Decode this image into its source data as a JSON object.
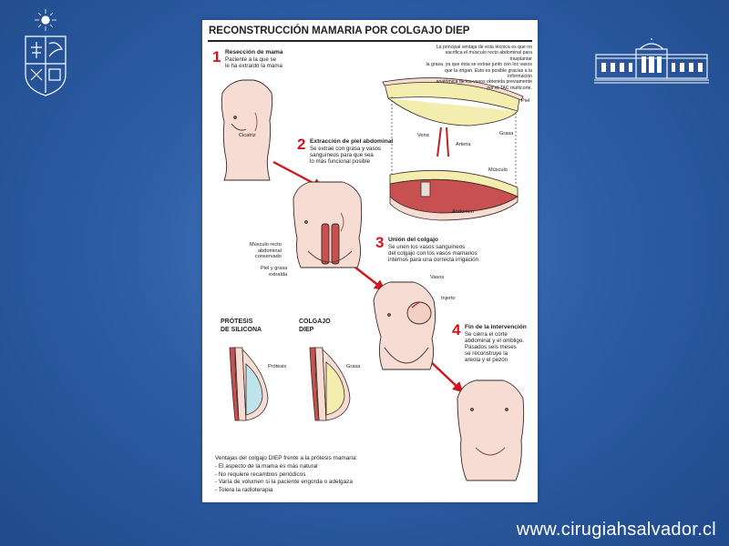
{
  "slide": {
    "footer_url": "www.cirugiahsalvador.cl"
  },
  "figure": {
    "title": "RECONSTRUCCIÓN MAMARIA POR COLGAJO DIEP",
    "steps": [
      {
        "num": "1",
        "head": "Resección de mama",
        "body": [
          "Paciente a la que se",
          "le ha extraído la mama"
        ]
      },
      {
        "num": "2",
        "head": "Extracción de piel abdominal",
        "body": [
          "Se extrae con grasa y vasos",
          "sanguíneos para que sea",
          "lo más funcional posible"
        ]
      },
      {
        "num": "3",
        "head": "Unión del colgajo",
        "body": [
          "Se unen los vasos sanguíneos",
          "del colgajo con los vasos mamarios",
          "internos para una correcta irrigación"
        ]
      },
      {
        "num": "4",
        "head": "Fin de la intervención",
        "body": [
          "Se cierra el corte",
          "abdominal y el ombligo.",
          "Pasados seis meses",
          "se reconstruye la",
          "areola y el pezón"
        ]
      }
    ],
    "info": [
      "La principal ventaja de esta técnica es que no",
      "sacrifica el músculo recto abdominal para trasplantar",
      "la grasa, ya que ésta se extrae junto con los vasos",
      "que la irrigan. Esto es posible gracias a la información",
      "anatómica de los vasos obtenida previamente",
      "por el TAC multicorte."
    ],
    "labels": {
      "cicatriz": "Cicatriz",
      "musculo_recto": [
        "Músculo recto",
        "abdominal",
        "conservado"
      ],
      "piel_grasa": [
        "Piel y grasa",
        "extraída"
      ],
      "piel": "Piel",
      "grasa": "Grasa",
      "vena": "Vena",
      "arteria": "Arteria",
      "musculo": "Músculo",
      "abdomen": "Abdomen",
      "vasos": "Vasos",
      "injerto": "Injerto",
      "protesis_label": "Prótesis",
      "grasa2": "Grasa"
    },
    "compare": {
      "left_head": [
        "PRÓTESIS",
        "DE SILICONA"
      ],
      "right_head": [
        "COLGAJO",
        "DIEP"
      ]
    },
    "advantages": {
      "intro": "Ventajas del colgajo DIEP frente a la prótesis mamaria:",
      "items": [
        "- El aspecto de la mama es más natural",
        "- No requiere recambios periódicos",
        "- Varía de volumen si la paciente engorda o adelgaza",
        "- Tolera la radioterapia"
      ]
    }
  },
  "colors": {
    "accent_red": "#d0151e",
    "skin": "#f6dcd3",
    "muscle": "#c85050",
    "fat": "#f3eeb0",
    "implant": "#bfe3ea"
  }
}
